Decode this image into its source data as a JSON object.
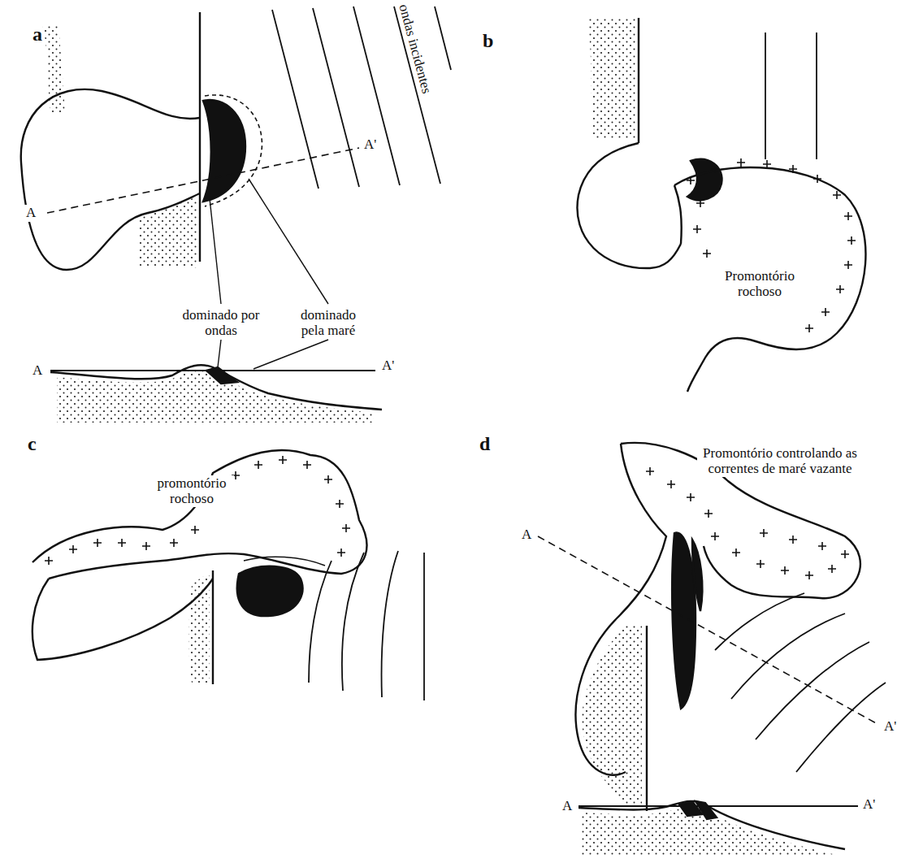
{
  "diagram": {
    "labels": [
      "a",
      "ondas incidentes",
      "A",
      "A'",
      "dominado por ondas",
      "dominado pela maré",
      "A",
      "A'",
      "b",
      "Promontório rochoso",
      "c",
      "promontório rochoso",
      "d",
      "Promontório controlando as correntes de maré vazante",
      "A",
      "A'",
      "A",
      "A'"
    ]
  }
}
